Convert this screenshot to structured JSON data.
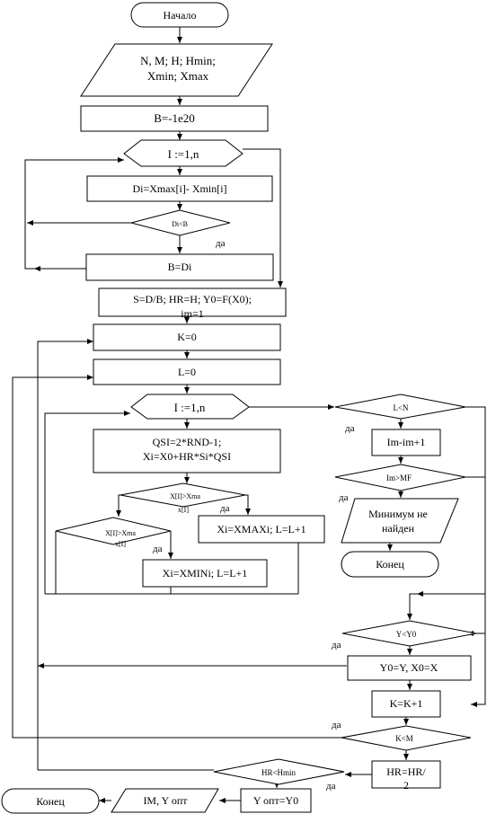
{
  "blocks": {
    "start": "Начало",
    "input_line1": "N, M; H; Hmin;",
    "input_line2": "Xmin; Xmax",
    "b_init": "B=-1e20",
    "loop1": "I :=1,n",
    "di_calc": "Di=Xmax[i]- Xmin[i]",
    "di_cond": "Di<B",
    "b_assign": "B=Di",
    "s_calc_line1": "S=D/B;  HR=H;  Y0=F(X0);",
    "s_calc_line2": "im=1",
    "k_init": "K=0",
    "l_init": "L=0",
    "loop2": "I :=1,n",
    "qsi_line1": "QSI=2*RND-1;",
    "qsi_line2": "Xi=X0+HR*Si*QSI",
    "cond_xmax_line1": "X[I]>Xma",
    "cond_xmax_line2": "x[I]",
    "xmax_assign": "Xi=XMAXi;  L=L+1",
    "cond_xmin_line1": "X[I]>Xma",
    "cond_xmin_line2": "x[I]",
    "xmin_assign": "Xi=XMINi;  L=L+1",
    "l_cond": "L<N",
    "im_inc": "Im-im+1",
    "im_cond": "Im>MF",
    "not_found_line1": "Минимум не",
    "not_found_line2": "найден",
    "end1": "Конец",
    "y_cond": "Y<Y0",
    "y_assign": "Y0=Y,  X0=X",
    "k_inc": "K=K+1",
    "k_cond": "K<M",
    "hr_line1": "HR=HR/",
    "hr_line2": "2",
    "hr_cond": "HR<Hmin",
    "yopt": "Y опт=Y0",
    "output": "IM, Y опт",
    "end2": "Конец"
  },
  "labels": {
    "yes": "да"
  }
}
